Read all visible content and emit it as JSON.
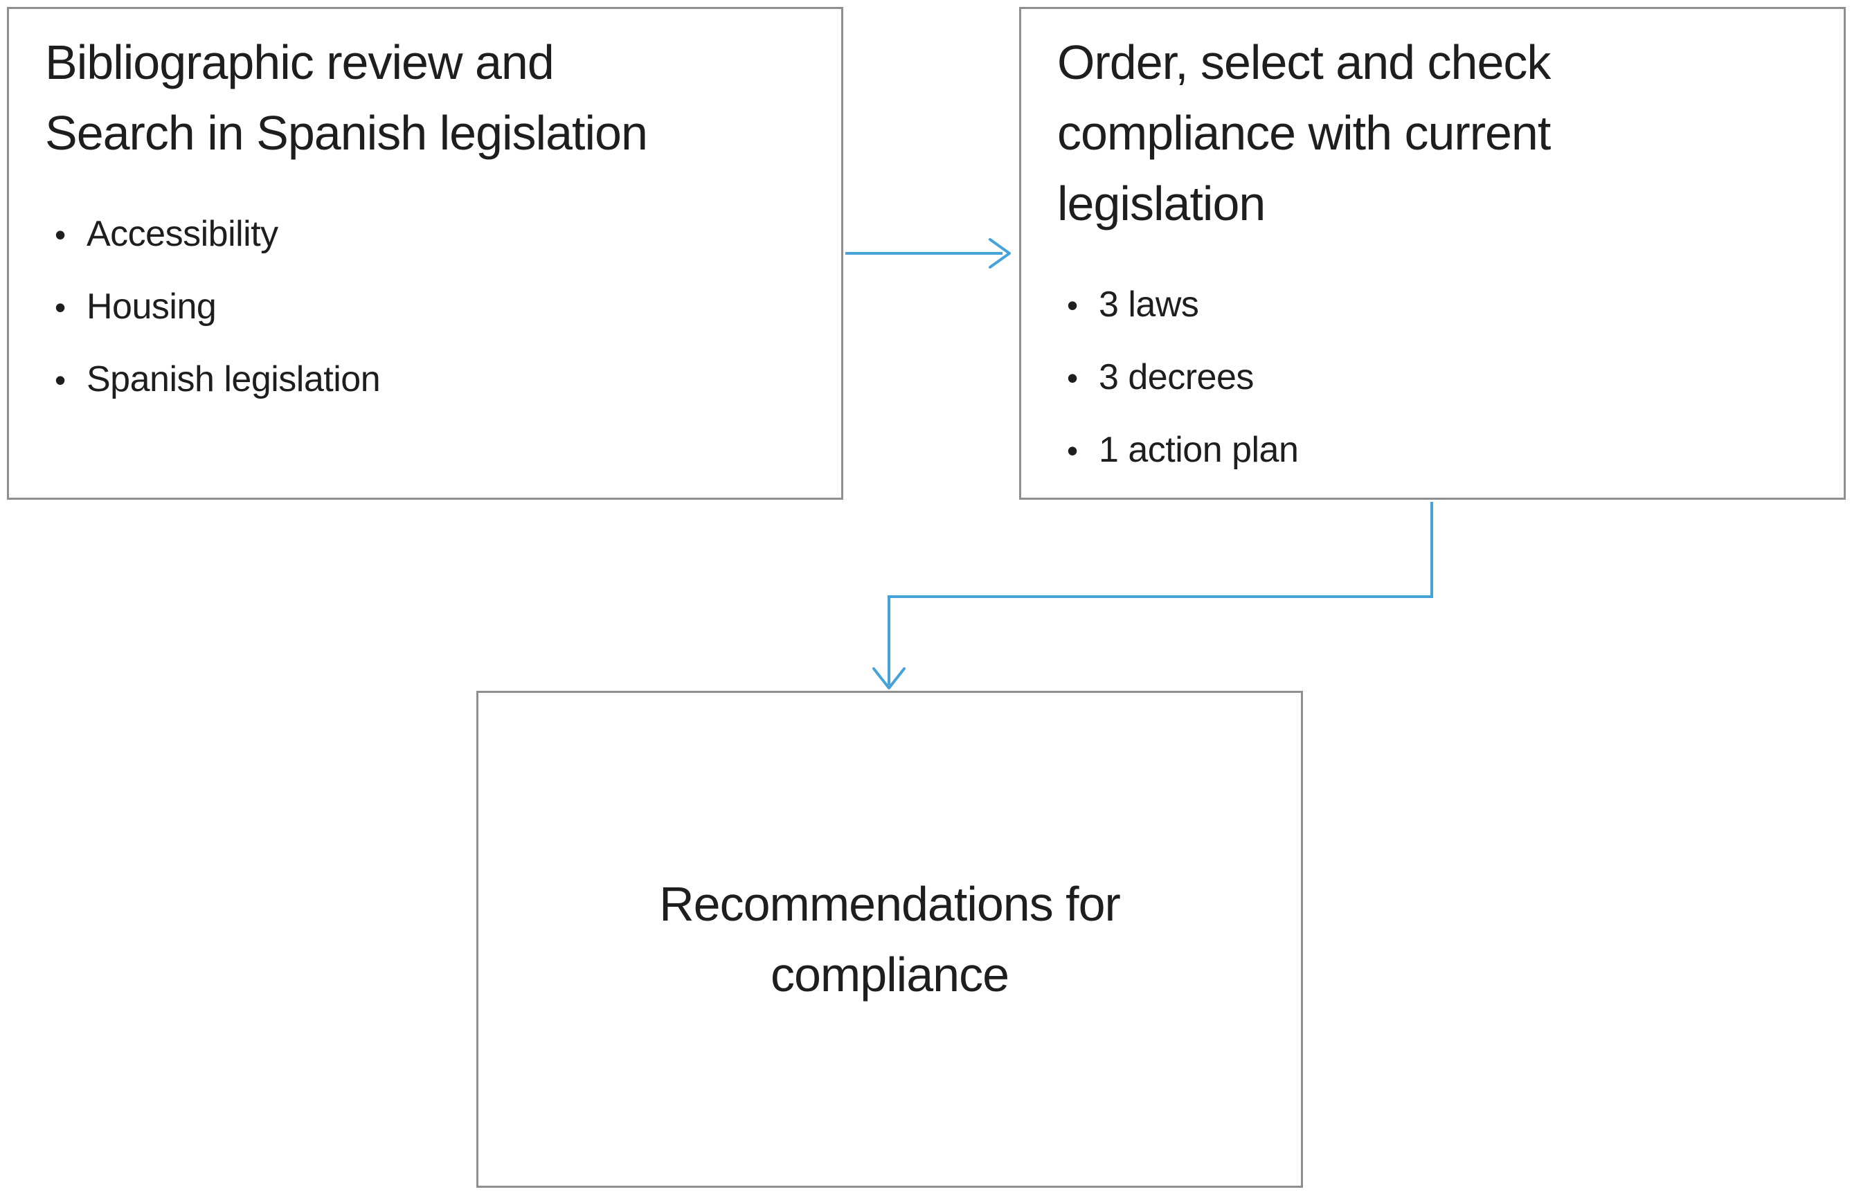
{
  "diagram": {
    "colors": {
      "accent": "#45A3DA",
      "border": "#8F8F8F",
      "text": "#1E1E1E",
      "background": "#FFFFFF"
    },
    "bullet_glyph": "•",
    "boxes": [
      {
        "name": "bibliographic-review",
        "title": "Bibliographic review and Search in Spanish legislation",
        "title_lines": [
          "Bibliographic review and",
          "Search in Spanish legislation"
        ],
        "bullets": [
          "Accessibility",
          "Housing",
          "Spanish legislation"
        ]
      },
      {
        "name": "order-select-check",
        "title": "Order, select and check compliance with current legislation",
        "title_lines": [
          "Order, select and check",
          "compliance with current",
          "legislation"
        ],
        "bullets": [
          "3 laws",
          "3 decrees",
          "1 action plan"
        ]
      },
      {
        "name": "recommendations",
        "title": "Recommendations for compliance",
        "title_lines": [
          "Recommendations for",
          "compliance"
        ],
        "bullets": []
      }
    ],
    "connectors": [
      {
        "from": "bibliographic-review",
        "to": "order-select-check",
        "shape": "straight-right-arrow"
      },
      {
        "from": "order-select-check",
        "to": "recommendations",
        "shape": "elbow-down-arrow"
      }
    ]
  }
}
